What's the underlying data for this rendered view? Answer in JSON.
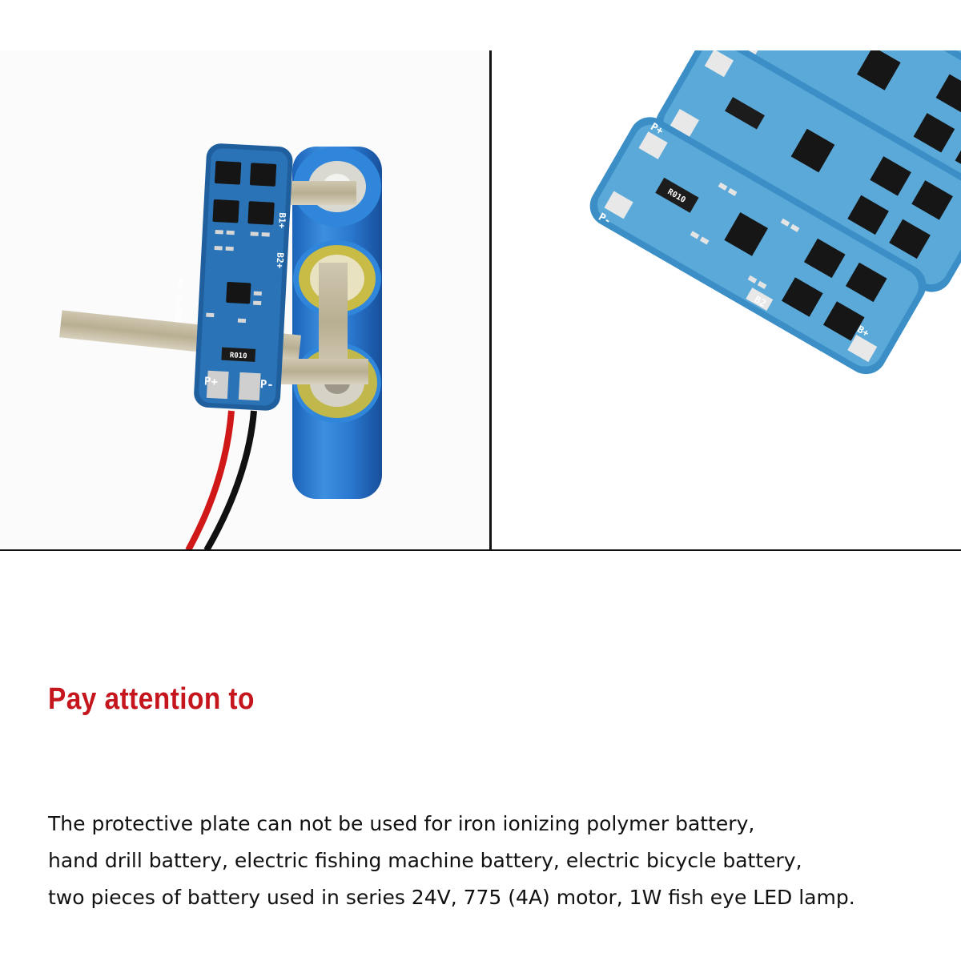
{
  "left_photo": {
    "board_labels": {
      "b1_plus": "B1+",
      "b2_plus": "B2+",
      "p_plus": "P+",
      "p_minus": "P-",
      "resistor": "R010",
      "model": "HX-2S-D01"
    }
  },
  "right_photo": {
    "board_labels": {
      "p_plus": "P+",
      "p_minus": "P-",
      "b2": "B2",
      "b_plus": "B+",
      "resistor": "R010"
    }
  },
  "heading": "Pay attention to",
  "notice_lines": [
    "The protective plate can not be used for iron ionizing polymer battery,",
    "hand drill battery, electric fishing machine battery, electric bicycle battery,",
    "two pieces of battery used in series 24V, 775 (4A) motor, 1W fish eye LED lamp."
  ]
}
